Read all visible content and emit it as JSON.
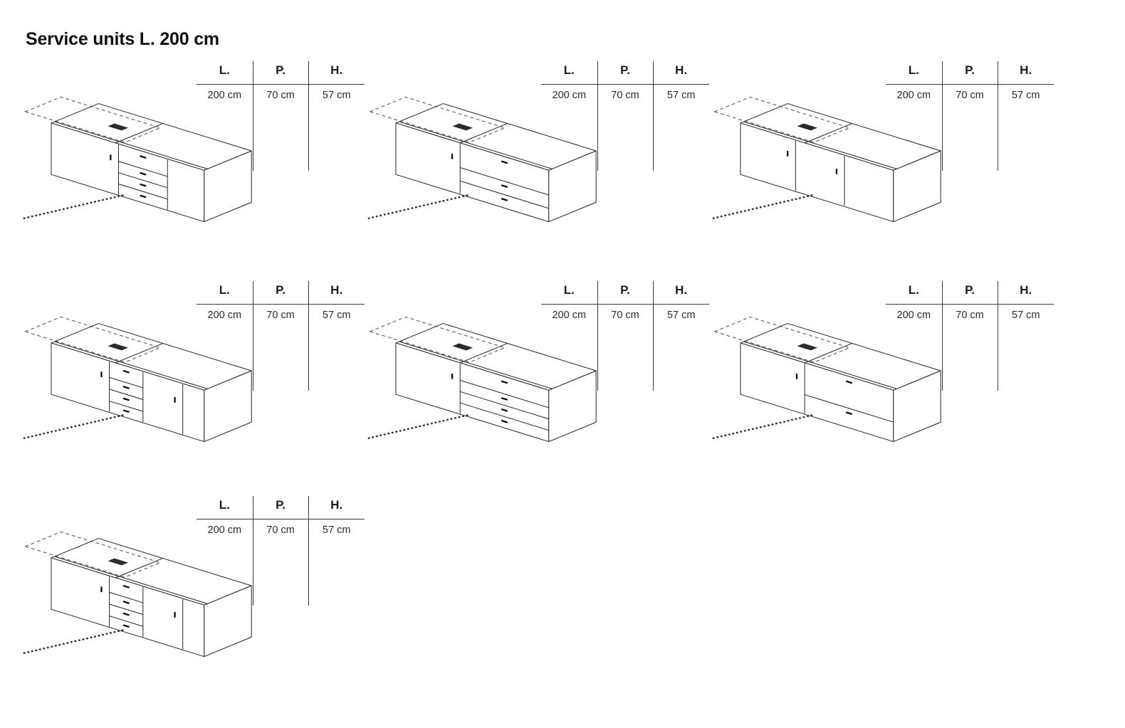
{
  "page": {
    "title": "Service units L. 200 cm"
  },
  "units": [
    {
      "id": "unit-1",
      "headers": [
        "L.",
        "P.",
        "H."
      ],
      "values": [
        "200 cm",
        "70 cm",
        "57 cm"
      ]
    },
    {
      "id": "unit-2",
      "headers": [
        "L.",
        "P.",
        "H."
      ],
      "values": [
        "200 cm",
        "70 cm",
        "57 cm"
      ]
    },
    {
      "id": "unit-3",
      "headers": [
        "L.",
        "P.",
        "H."
      ],
      "values": [
        "200 cm",
        "70 cm",
        "57 cm"
      ]
    },
    {
      "id": "unit-4",
      "headers": [
        "L.",
        "P.",
        "H."
      ],
      "values": [
        "200 cm",
        "70 cm",
        "57 cm"
      ]
    },
    {
      "id": "unit-5",
      "headers": [
        "L.",
        "P.",
        "H."
      ],
      "values": [
        "200 cm",
        "70 cm",
        "57 cm"
      ]
    },
    {
      "id": "unit-6",
      "headers": [
        "L.",
        "P.",
        "H."
      ],
      "values": [
        "200 cm",
        "70 cm",
        "57 cm"
      ]
    },
    {
      "id": "unit-7",
      "headers": [
        "L.",
        "P.",
        "H."
      ],
      "values": [
        "200 cm",
        "70 cm",
        "57 cm"
      ]
    }
  ]
}
